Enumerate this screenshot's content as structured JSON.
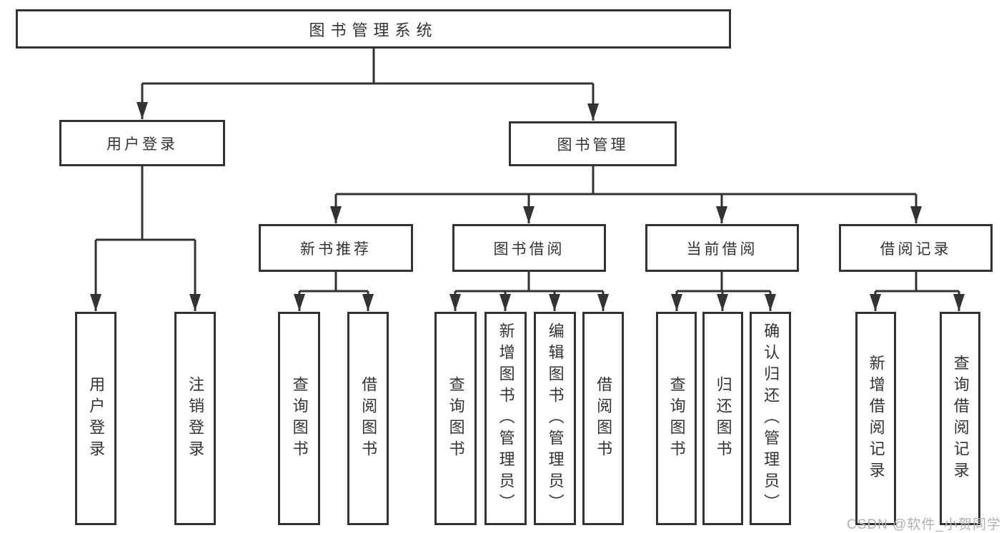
{
  "tree": {
    "root": "图书管理系统",
    "branches": [
      {
        "label": "用户登录",
        "leaves": [
          "用户登录",
          "注销登录"
        ]
      },
      {
        "label": "图书管理",
        "sections": [
          {
            "label": "新书推荐",
            "leaves": [
              "查询图书",
              "借阅图书"
            ]
          },
          {
            "label": "图书借阅",
            "leaves": [
              "查询图书",
              "新增图书（管理员）",
              "编辑图书（管理员）",
              "借阅图书"
            ]
          },
          {
            "label": "当前借阅",
            "leaves": [
              "查询图书",
              "归还图书",
              "确认归还（管理员）"
            ]
          },
          {
            "label": "借阅记录",
            "leaves": [
              "新增借阅记录",
              "查询借阅记录"
            ]
          }
        ]
      }
    ]
  },
  "watermark": {
    "text": "CSDN @软件_小贺同学",
    "color": "#b0b0b0"
  },
  "colors": {
    "line": "#333333",
    "text": "#333333",
    "background": "#ffffff"
  }
}
